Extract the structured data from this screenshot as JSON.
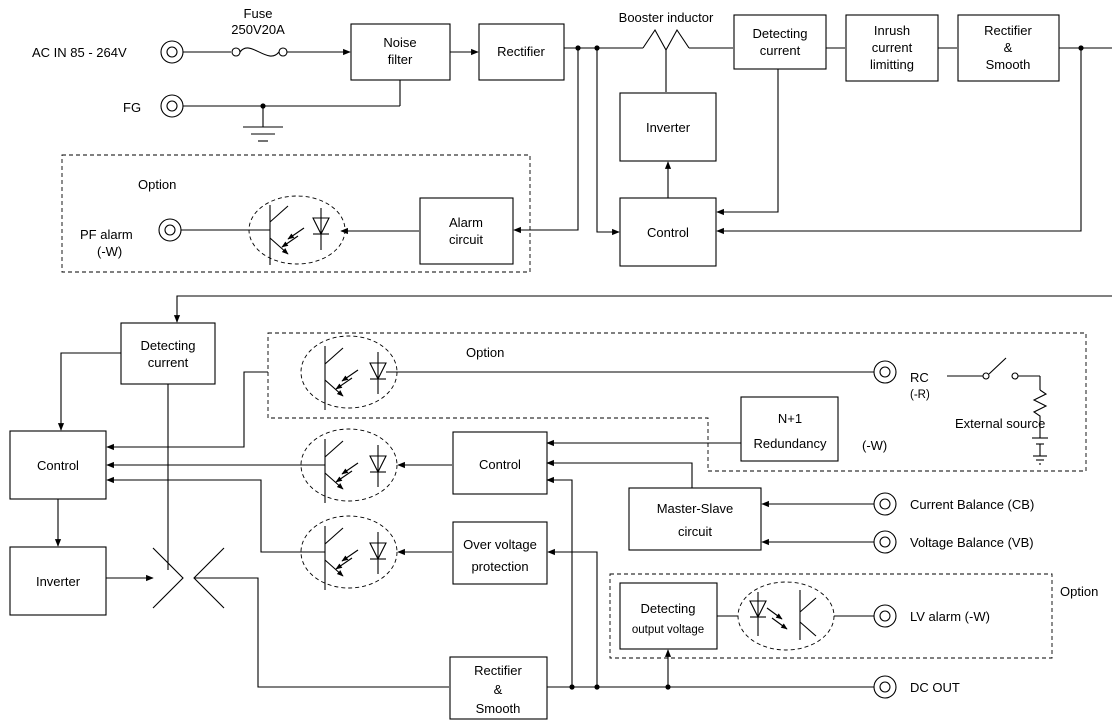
{
  "diagram": {
    "top": {
      "ac_in_label": "AC IN 85 - 264V",
      "fuse_label_1": "Fuse",
      "fuse_label_2": "250V20A",
      "fg_label": "FG",
      "noise_filter": [
        "Noise",
        "filter"
      ],
      "rectifier": [
        "Rectifier"
      ],
      "booster_inductor": "Booster inductor",
      "detecting_current": [
        "Detecting",
        "current"
      ],
      "inrush": [
        "Inrush",
        "current",
        "limitting"
      ],
      "rect_smooth": [
        "Rectifier",
        "&",
        "Smooth"
      ],
      "inverter": [
        "Inverter"
      ],
      "control": [
        "Control"
      ],
      "option_label": "Option",
      "pf_alarm_1": "PF alarm",
      "pf_alarm_2": "(-W)",
      "alarm_circuit": [
        "Alarm",
        "circuit"
      ]
    },
    "bottom": {
      "detecting_current": [
        "Detecting",
        "current"
      ],
      "control_left": [
        "Control"
      ],
      "inverter": [
        "Inverter"
      ],
      "option_label_1": "Option",
      "rc_1": "RC",
      "rc_2": "(-R)",
      "external_source": "External source",
      "n1": [
        "N+1",
        "Redundancy"
      ],
      "n1_w": "(-W)",
      "control_mid": [
        "Control"
      ],
      "master_slave": [
        "Master-Slave",
        "circuit"
      ],
      "current_balance": "Current Balance  (CB)",
      "voltage_balance": "Voltage Balance  (VB)",
      "ovp": [
        "Over voltage",
        "protection"
      ],
      "option_label_2": "Option",
      "detecting_output": [
        "Detecting",
        "output voltage"
      ],
      "lv_alarm": "LV alarm  (-W)",
      "rect_smooth": [
        "Rectifier",
        "&",
        "Smooth"
      ],
      "dc_out": "DC OUT"
    }
  }
}
